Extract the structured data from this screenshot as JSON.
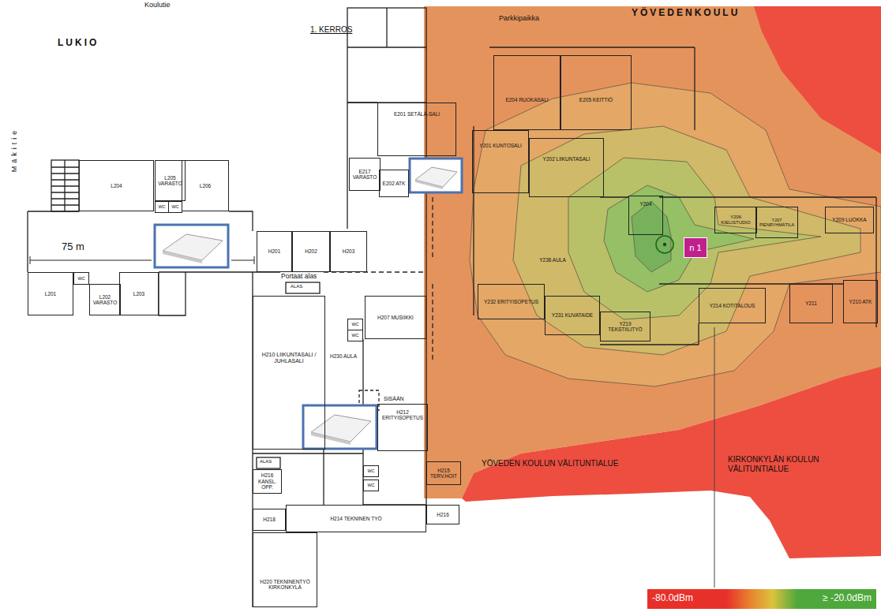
{
  "diagram": {
    "title": "1. KERROS",
    "nodes": [
      {
        "text": [
          "L204"
        ]
      },
      {
        "text": [
          "L205 VARASTO"
        ]
      },
      {
        "text": [
          "L206"
        ]
      },
      {
        "text": [
          "WC"
        ]
      },
      {
        "text": [
          "WC"
        ]
      },
      {
        "text": [
          "L201"
        ]
      },
      {
        "text": [
          "WC"
        ]
      },
      {
        "text": [
          "L202 VARASTO"
        ]
      },
      {
        "text": [
          "L203"
        ]
      },
      {
        "text": [
          "H201"
        ]
      },
      {
        "text": [
          "H202"
        ]
      },
      {
        "text": [
          "H203"
        ]
      },
      {
        "text": [
          "E201 SETÄLÄ-SALI"
        ]
      },
      {
        "text": [
          "E217 VARASTO"
        ]
      },
      {
        "text": [
          "E202 ATK"
        ]
      },
      {
        "text": [
          "H207 MUSIIKKI"
        ]
      },
      {
        "text": [
          "H210 LIIKUNTASALI / JUHLASALI"
        ]
      },
      {
        "text": [
          "H230 AULA"
        ]
      },
      {
        "text": [
          "H212 ERITYISOPETUS"
        ]
      },
      {
        "text": [
          "H216 KANSL. OPP."
        ]
      },
      {
        "text": [
          "H218"
        ]
      },
      {
        "text": [
          "H214 TEKNINEN TYÖ"
        ]
      },
      {
        "text": [
          "H220 TEKNINENTYÖ KIRKONKYLÄ"
        ]
      },
      {
        "text": [
          "H215 TERV.HOIT"
        ]
      },
      {
        "text": [
          "H216"
        ]
      },
      {
        "text": [
          "WC"
        ]
      },
      {
        "text": [
          "WC"
        ]
      },
      {
        "text": [
          "WC"
        ]
      },
      {
        "text": [
          "WC"
        ]
      },
      {
        "text": [
          "E204 RUOKASALI"
        ]
      },
      {
        "text": [
          "E205 KEITTIÖ"
        ]
      },
      {
        "text": [
          "Y201 KUNTOSALI"
        ]
      },
      {
        "text": [
          "Y202 LIIKUNTASALI"
        ]
      },
      {
        "text": [
          "Y236 AULA"
        ]
      },
      {
        "text": [
          "Y204"
        ]
      },
      {
        "text": [
          "Y206 KIELISTUDIO"
        ]
      },
      {
        "text": [
          "Y207 PIENRYHMÄTILA"
        ]
      },
      {
        "text": [
          "Y209 LUOKKA"
        ]
      },
      {
        "text": [
          "Y232 ERITYISOPETUS"
        ]
      },
      {
        "text": [
          "Y231 KUVATAIDE"
        ]
      },
      {
        "text": [
          "Y219 TEKSTIILITYÖ"
        ]
      },
      {
        "text": [
          "Y214 KOTITALOUS"
        ]
      },
      {
        "text": [
          "Y211"
        ]
      },
      {
        "text": [
          "Y210 ATK"
        ]
      },
      {
        "text": [
          "n 1"
        ]
      }
    ],
    "labels": [
      "Koulutie",
      "LUKIO",
      "Mäkitie",
      "75 m",
      "Portaat alas",
      "ALAS",
      "Parkkipaikka",
      "YÖVEDENKOULU",
      "SISÄÄN",
      "ALAS",
      "YÖVEDEN KOULUN VÄLITUNTIALUE",
      "KIRKONKYLÄN KOULUN VÄLITUNTIALUE"
    ],
    "legend": [
      {
        "text": "-80.0dBm",
        "color": "#e8302a"
      },
      {
        "text": "≥ -20.0dBm",
        "color": "#4fa83c"
      }
    ]
  }
}
